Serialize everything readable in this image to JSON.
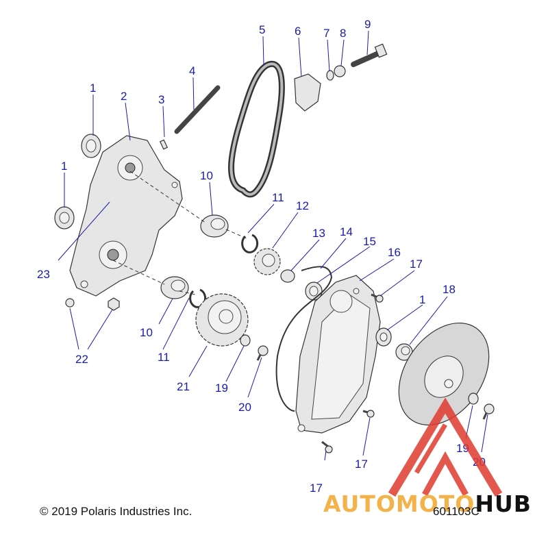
{
  "diagram": {
    "callouts": [
      {
        "id": "c1a",
        "label": "1"
      },
      {
        "id": "c1b",
        "label": "1"
      },
      {
        "id": "c1c",
        "label": "1"
      },
      {
        "id": "c2",
        "label": "2"
      },
      {
        "id": "c3",
        "label": "3"
      },
      {
        "id": "c4",
        "label": "4"
      },
      {
        "id": "c5",
        "label": "5"
      },
      {
        "id": "c6",
        "label": "6"
      },
      {
        "id": "c7",
        "label": "7"
      },
      {
        "id": "c8",
        "label": "8"
      },
      {
        "id": "c9",
        "label": "9"
      },
      {
        "id": "c10a",
        "label": "10"
      },
      {
        "id": "c10b",
        "label": "10"
      },
      {
        "id": "c11a",
        "label": "11"
      },
      {
        "id": "c11b",
        "label": "11"
      },
      {
        "id": "c12",
        "label": "12"
      },
      {
        "id": "c13",
        "label": "13"
      },
      {
        "id": "c14",
        "label": "14"
      },
      {
        "id": "c15",
        "label": "15"
      },
      {
        "id": "c16",
        "label": "16"
      },
      {
        "id": "c17a",
        "label": "17"
      },
      {
        "id": "c17b",
        "label": "17"
      },
      {
        "id": "c17c",
        "label": "17"
      },
      {
        "id": "c18",
        "label": "18"
      },
      {
        "id": "c19a",
        "label": "19"
      },
      {
        "id": "c19b",
        "label": "19"
      },
      {
        "id": "c20a",
        "label": "20"
      },
      {
        "id": "c20b",
        "label": "20"
      },
      {
        "id": "c21",
        "label": "21"
      },
      {
        "id": "c22",
        "label": "22"
      },
      {
        "id": "c23",
        "label": "23"
      }
    ]
  },
  "footer": {
    "copyright": "© 2019 Polaris Industries Inc.",
    "drawing_number": "601103C"
  },
  "watermark": {
    "text_part1": "AUTOMOTO",
    "text_part2": "HUB",
    "colors": {
      "triangle": "#e03a2f",
      "text_primary": "#f4b24a",
      "text_secondary": "#111111"
    }
  }
}
